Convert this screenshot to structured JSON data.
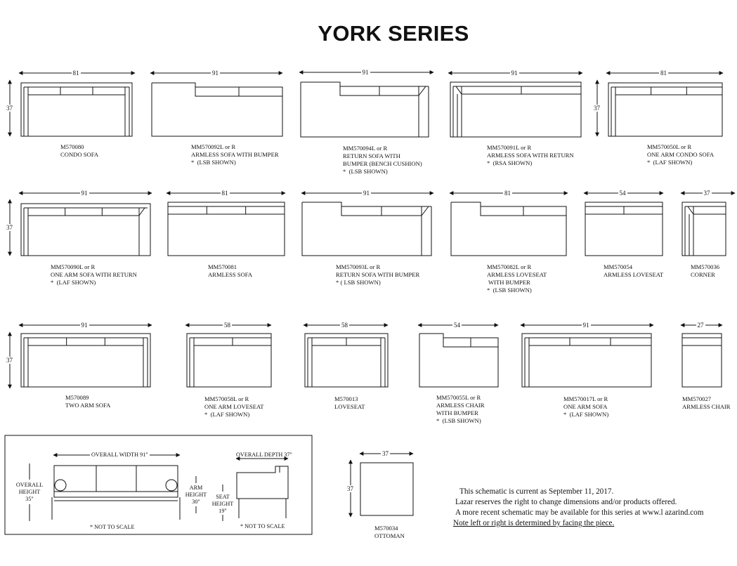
{
  "title": "YORK SERIES",
  "pieces": [
    {
      "dim": "81",
      "code": "M570080",
      "name": "CONDO SOFA",
      "note": ""
    },
    {
      "dim": "91",
      "code": "MM570092L or R",
      "name": "ARMLESS SOFA WITH BUMPER",
      "note": "*  (LSB SHOWN)"
    },
    {
      "dim": "91",
      "code": "MM570094L or R",
      "name": "RETURN SOFA WITH",
      "name2": "BUMPER (BENCH CUSHION)",
      "note": "*  (LSB SHOWN)"
    },
    {
      "dim": "91",
      "code": "MM570091L or R",
      "name": "ARMLESS SOFA WITH RETURN",
      "note": "*  (RSA SHOWN)"
    },
    {
      "dim": "81",
      "code": "MM570050L or R",
      "name": "ONE ARM CONDO SOFA",
      "note": "*  (LAF SHOWN)"
    },
    {
      "dim": "91",
      "code": "MM570090L or R",
      "name": "ONE ARM SOFA WITH RETURN",
      "note": "*  (LAF SHOWN)"
    },
    {
      "dim": "81",
      "code": "MM570081",
      "name": "ARMLESS SOFA",
      "note": ""
    },
    {
      "dim": "91",
      "code": "MM570093L or R",
      "name": "RETURN SOFA WITH BUMPER",
      "note": "* ( LSB SHOWN)"
    },
    {
      "dim": "81",
      "code": "MM570082L or R",
      "name": "ARMLESS LOVESEAT",
      "name2": " WITH BUMPER",
      "note": "*  (LSB SHOWN)"
    },
    {
      "dim": "54",
      "code": "MM570054",
      "name": "ARMLESS LOVESEAT",
      "note": ""
    },
    {
      "dim": "37",
      "code": "MM570036",
      "name": "CORNER",
      "note": ""
    },
    {
      "dim": "91",
      "code": "M570089",
      "name": "TWO ARM SOFA",
      "note": ""
    },
    {
      "dim": "58",
      "code": "MM570058L or R",
      "name": "ONE ARM LOVESEAT",
      "note": "*  (LAF SHOWN)"
    },
    {
      "dim": "58",
      "code": "M570013",
      "name": "LOVESEAT",
      "note": ""
    },
    {
      "dim": "54",
      "code": "MM570055L or R",
      "name": "ARMLESS CHAIR",
      "name2": "WITH BUMPER",
      "note": "*  (LSB SHOWN)"
    },
    {
      "dim": "91",
      "code": "MM570017L or R",
      "name": "ONE ARM SOFA",
      "note": "*  (LAF SHOWN)"
    },
    {
      "dim": "27",
      "code": "MM570027",
      "name": "ARMLESS CHAIR",
      "note": ""
    },
    {
      "dim": "37",
      "code": "M570034",
      "name": "OTTOMAN",
      "note": ""
    }
  ],
  "row_height": "37",
  "detail": {
    "overall_width": "OVERALL WIDTH 91\"",
    "overall_height": [
      "OVERALL",
      "HEIGHT",
      "35\""
    ],
    "arm_height": [
      "ARM",
      "HEIGHT",
      "30\""
    ],
    "seat_height": [
      "SEAT",
      "HEIGHT",
      "19\""
    ],
    "overall_depth": "OVERALL DEPTH 37\"",
    "not_to_scale": "* NOT TO SCALE"
  },
  "notes": [
    "This schematic is current as September 11, 2017.",
    "Lazar reserves the right to change dimensions and/or products offered.",
    "A more recent schematic may be available for this series at www.l azarind.com",
    "Note left or right is determined by facing the piece."
  ]
}
